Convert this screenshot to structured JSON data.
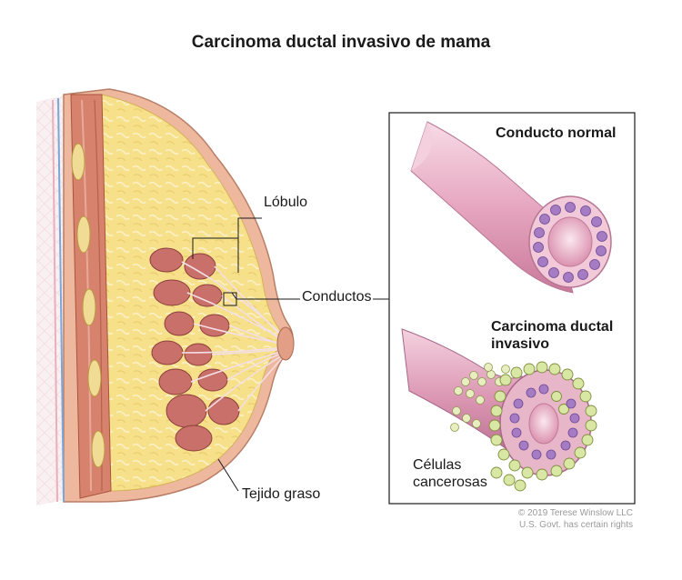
{
  "title": "Carcinoma ductal invasivo de mama",
  "labels": {
    "lobule": "Lóbulo",
    "ducts": "Conductos",
    "fat": "Tejido graso",
    "normal_duct": "Conducto normal",
    "invasive_line1": "Carcinoma ductal",
    "invasive_line2": "invasivo",
    "cancer_line1": "Células",
    "cancer_line2": "cancerosas"
  },
  "credit": {
    "line1": "© 2019 Terese Winslow LLC",
    "line2": "U.S. Govt. has certain rights"
  },
  "colors": {
    "skin": "#f3c9b4",
    "fat": "#f6e08a",
    "muscle": "#d6826c",
    "lobule": "#c9706a",
    "duct_tube": "#e8a9c2",
    "nucleus": "#a57cc4",
    "cancer_cell": "#d9e7a4"
  }
}
